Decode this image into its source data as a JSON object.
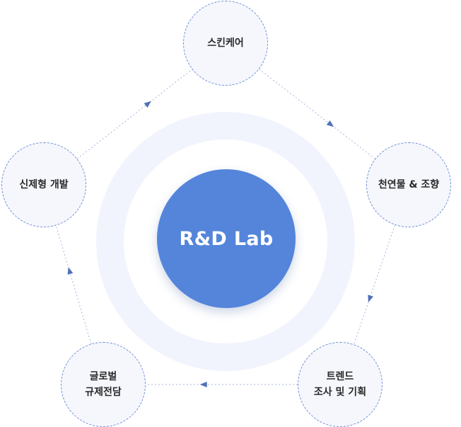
{
  "center": {
    "label": "R&D Lab"
  },
  "nodes": [
    {
      "id": "skincare",
      "label": "스킨케어"
    },
    {
      "id": "natural",
      "label": "천연물 & 조향"
    },
    {
      "id": "trend",
      "label": "트렌드\n조사 및 기획"
    },
    {
      "id": "regulation",
      "label": "글로벌\n규제전담"
    },
    {
      "id": "newproduct",
      "label": "신제형 개발"
    }
  ],
  "colors": {
    "core": "#5485db",
    "ring": "#f1f4fd",
    "node_fill": "#f5f7fd",
    "node_border": "#6f8fd3",
    "connector": "#a6b7de",
    "arrow": "#4f71b9"
  }
}
